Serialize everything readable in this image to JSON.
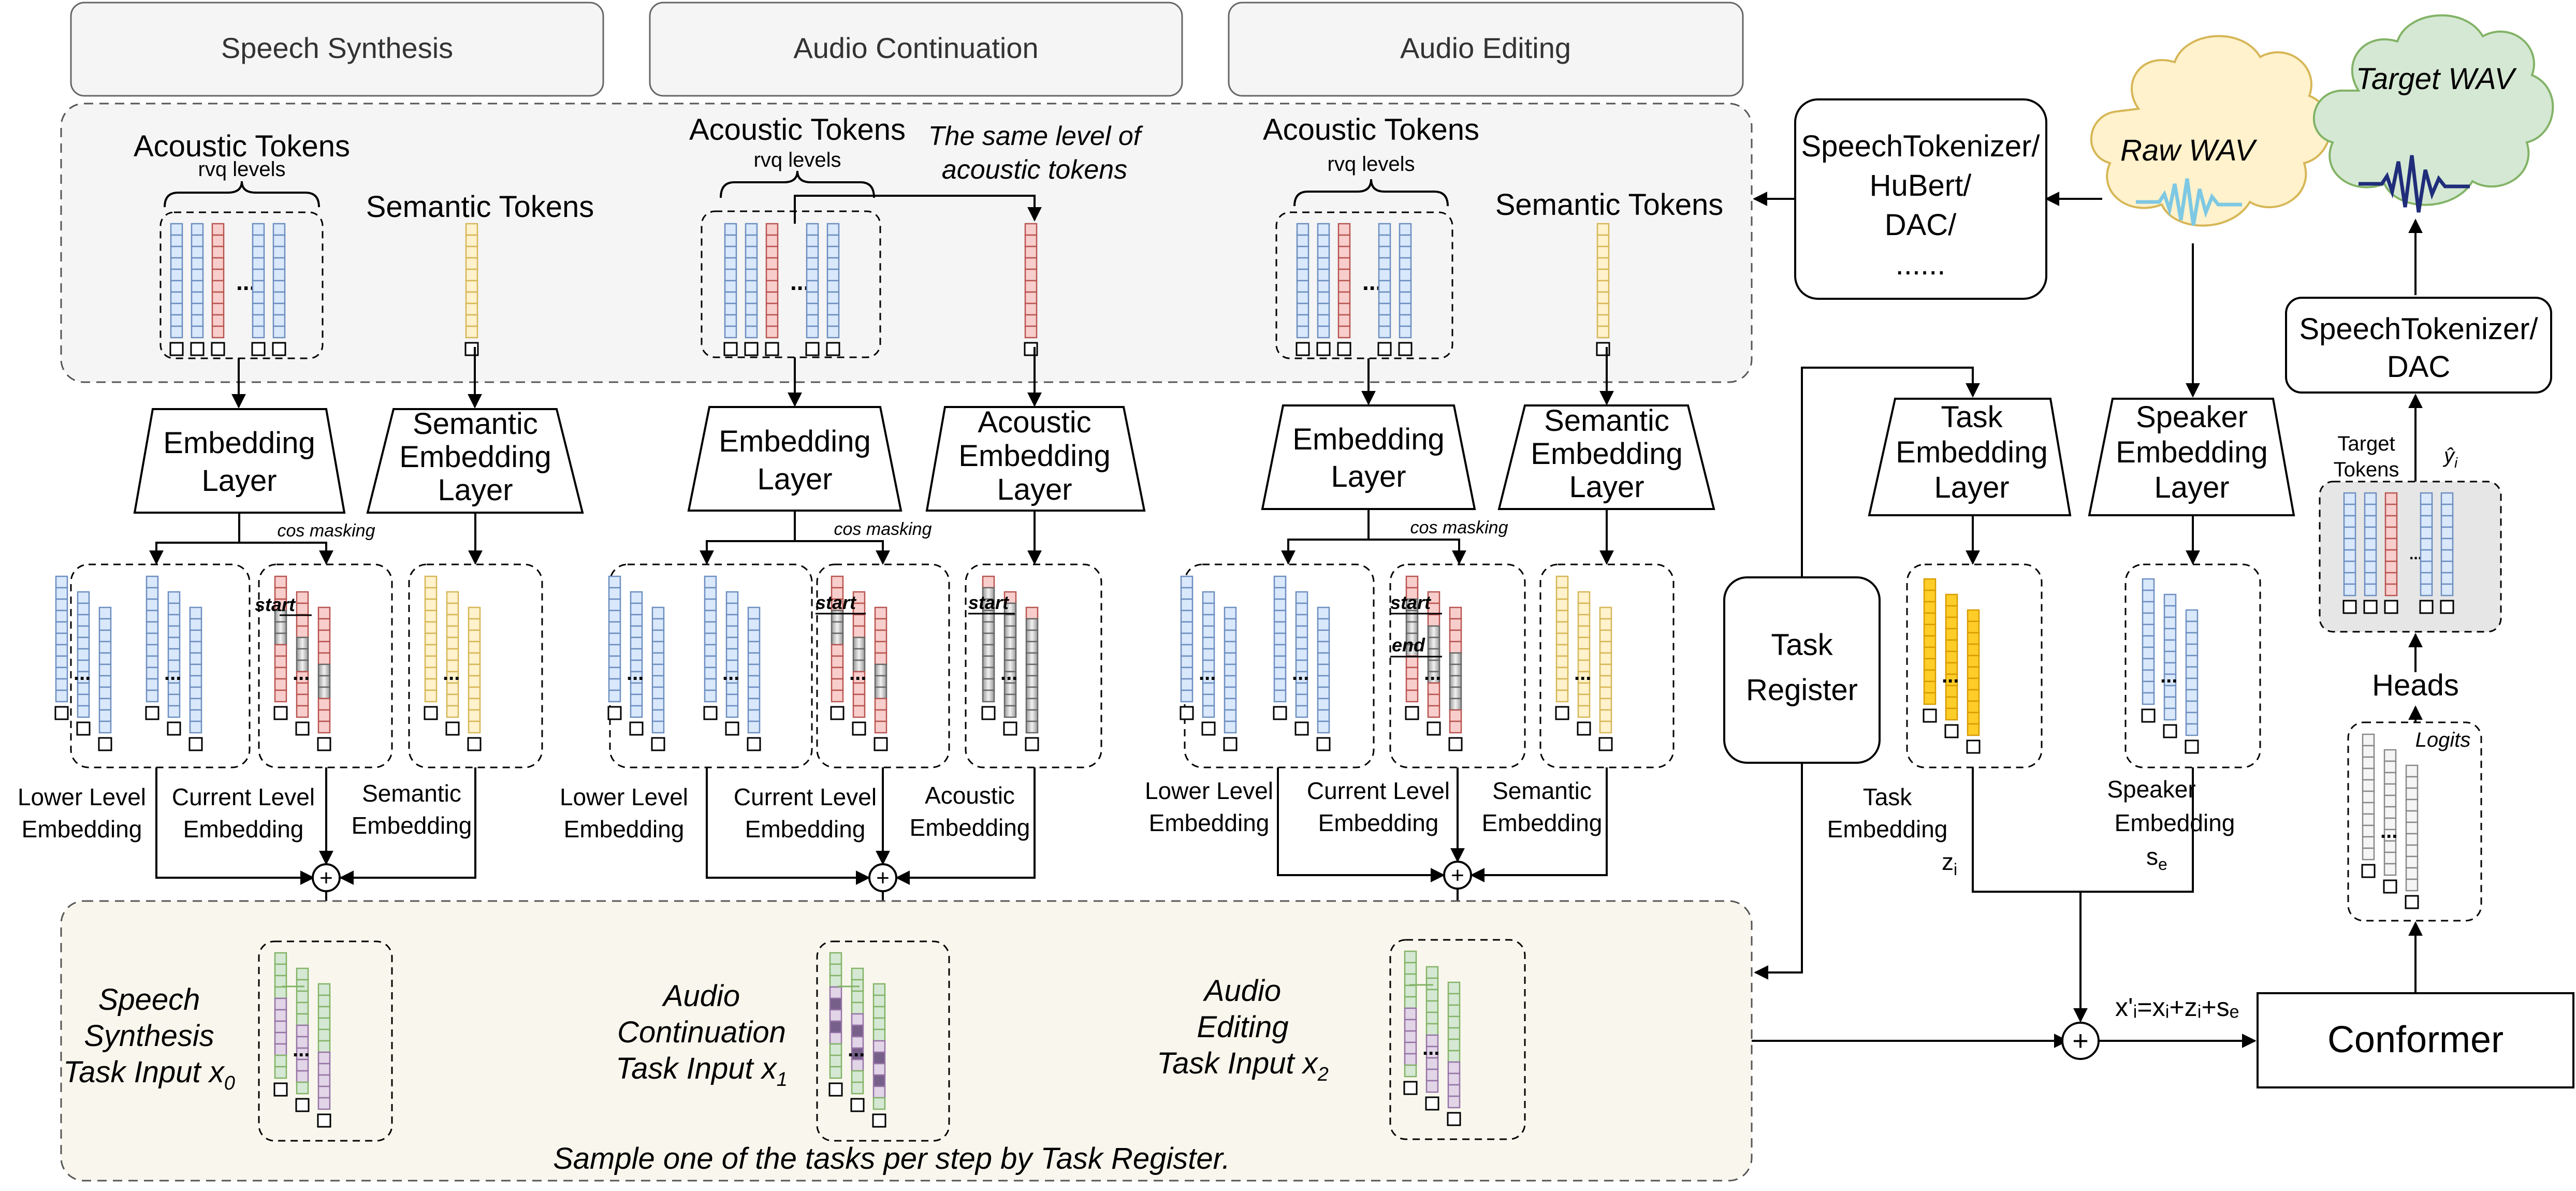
{
  "tabs": {
    "speech_synthesis": "Speech Synthesis",
    "audio_continuation": "Audio Continuation",
    "audio_editing": "Audio Editing"
  },
  "tokens": {
    "acoustic_tokens": "Acoustic Tokens",
    "rvq_levels": "rvq levels",
    "semantic_tokens": "Semantic Tokens",
    "same_level_line1": "The same level of",
    "same_level_line2": "acoustic tokens"
  },
  "layers": {
    "embedding_line1": "Embedding",
    "embedding_line2": "Layer",
    "semantic_line1": "Semantic",
    "acoustic_line1": "Acoustic",
    "embedding_mid": "Embedding",
    "layer": "Layer",
    "task_line1": "Task",
    "speaker_line1": "Speaker"
  },
  "labels": {
    "cos_masking": "cos masking",
    "start": "start",
    "end": "end",
    "lower_level_line1": "Lower Level",
    "current_level_line1": "Current Level",
    "semantic_emb_line1": "Semantic",
    "acoustic_emb_line1": "Acoustic",
    "embedding": "Embedding",
    "plus": "+",
    "dots": "..."
  },
  "task_inputs": {
    "ss_line1": "Speech",
    "ss_line2": "Synthesis",
    "ss_line3": "Task Input x",
    "ss_sub": "0",
    "ac_line1": "Audio",
    "ac_line2": "Continuation",
    "ac_line3": "Task Input x",
    "ac_sub": "1",
    "ae_line1": "Audio",
    "ae_line2": "Editing",
    "ae_line3": "Task Input x",
    "ae_sub": "2",
    "sample_note": "Sample one of the tasks per step by Task Register."
  },
  "right": {
    "tokenizer_line1": "SpeechTokenizer/",
    "tokenizer_line2": "HuBert/",
    "tokenizer_line3": "DAC/",
    "tokenizer_line4": "......",
    "raw_wav": "Raw WAV",
    "target_wav": "Target WAV",
    "decoder_line1": "SpeechTokenizer/",
    "decoder_line2": "DAC",
    "target_tokens_line1": "Target",
    "target_tokens_line2": "Tokens",
    "y_hat": "ŷ",
    "y_hat_sub": "i",
    "heads": "Heads",
    "logits": "Logits",
    "task_register_line1": "Task",
    "task_register_line2": "Register",
    "task_emb_line1": "Task",
    "task_emb_line2": "Embedding",
    "task_emb_var": "z",
    "task_emb_sub": "i",
    "speaker_emb_line1": "Speaker",
    "speaker_emb_line2": "Embedding",
    "speaker_emb_var": "s",
    "speaker_emb_sub": "e",
    "sum_formula": "x'ᵢ=xᵢ+zᵢ+sₑ",
    "conformer": "Conformer"
  },
  "colors": {
    "blue_fill": "#dae8fc",
    "blue_stroke": "#6c8ebf",
    "red_fill": "#f8cecc",
    "red_stroke": "#b85450",
    "yellow_fill": "#fff2cc",
    "yellow_stroke": "#d6b656",
    "green_fill": "#d5e8d4",
    "green_stroke": "#82b366",
    "purple_fill": "#e1d5e7",
    "purple_dark": "#76608a",
    "gray_fill": "#e6e6e6",
    "orange_fill": "#ffcd28",
    "orange_stroke": "#d79b00",
    "tab_fill": "#f5f5f5",
    "panel_fill": "#f5f5f5",
    "task_panel_fill": "#f9f7ed",
    "raw_cloud": "#fff2cc",
    "target_cloud": "#d5e8d4",
    "wave_raw": "#7ec8e3",
    "wave_target": "#1f2d7a"
  },
  "icons": {
    "raw_wave": "waveform-icon",
    "target_wave": "waveform-icon"
  }
}
